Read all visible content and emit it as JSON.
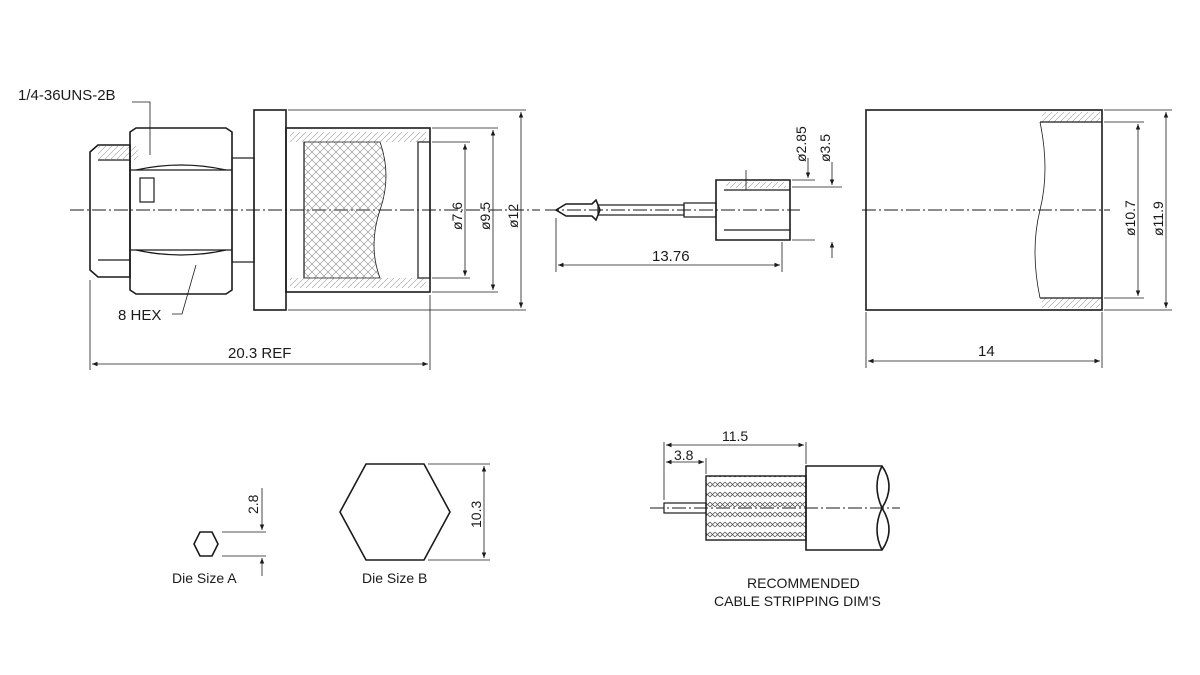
{
  "diagram": {
    "connector_side": {
      "thread_label": "1/4-36UNS-2B",
      "hex_label": "8 HEX",
      "length_label": "20.3 REF",
      "dia_small": "ø7.6",
      "dia_mid": "ø9.5",
      "dia_large": "ø12"
    },
    "pin": {
      "length_label": "13.76",
      "dia_inner": "ø2.85",
      "dia_outer": "ø3.5"
    },
    "ferrule": {
      "length_label": "14",
      "dia_inner": "ø10.7",
      "dia_outer": "ø11.9"
    },
    "die_a": {
      "caption": "Die Size A",
      "dim_label": "2.8"
    },
    "die_b": {
      "caption": "Die Size B",
      "dim_label": "10.3"
    },
    "cable": {
      "dim_total": "11.5",
      "dim_pin": "3.8",
      "caption_line1": "RECOMMENDED",
      "caption_line2": "CABLE STRIPPING DIM'S"
    }
  }
}
